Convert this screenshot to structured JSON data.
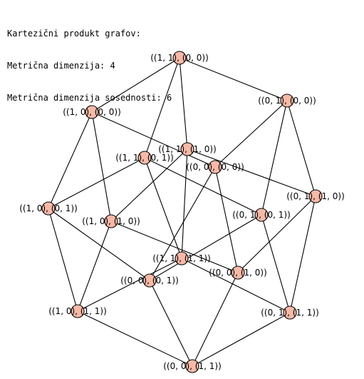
{
  "header": {
    "title": "Kartezični produkt grafov:",
    "metric_dimension": "Metrična dimenzija: 4",
    "adjacency_dimension": "Metrična dimenzija sosednosti: 6"
  },
  "graph": {
    "nodes": [
      {
        "id": "n1100",
        "label": "((1, 1), (0, 0))"
      },
      {
        "id": "n0100",
        "label": "((0, 1), (0, 0))"
      },
      {
        "id": "n1000",
        "label": "((1, 0), (0, 0))"
      },
      {
        "id": "n1110",
        "label": "((1, 1), (1, 0))"
      },
      {
        "id": "n1101",
        "label": "((1, 1), (0, 1))"
      },
      {
        "id": "n0000",
        "label": "((0, 0), (0, 0))"
      },
      {
        "id": "n0110",
        "label": "((0, 1), (1, 0))"
      },
      {
        "id": "n1001",
        "label": "((1, 0), (0, 1))"
      },
      {
        "id": "n0101",
        "label": "((0, 1), (0, 1))"
      },
      {
        "id": "n1010",
        "label": "((1, 0), (1, 0))"
      },
      {
        "id": "n1111",
        "label": "((1, 1), (1, 1))"
      },
      {
        "id": "n0010",
        "label": "((0, 0), (1, 0))"
      },
      {
        "id": "n0001",
        "label": "((0, 0), (0, 1))"
      },
      {
        "id": "n1011",
        "label": "((1, 0), (1, 1))"
      },
      {
        "id": "n0111",
        "label": "((0, 1), (1, 1))"
      },
      {
        "id": "n0011",
        "label": "((0, 0), (1, 1))"
      }
    ],
    "edges": [
      [
        "n1100",
        "n0100"
      ],
      [
        "n1100",
        "n1000"
      ],
      [
        "n1100",
        "n1110"
      ],
      [
        "n1100",
        "n1101"
      ],
      [
        "n0100",
        "n0000"
      ],
      [
        "n0100",
        "n0110"
      ],
      [
        "n0100",
        "n0101"
      ],
      [
        "n1000",
        "n0000"
      ],
      [
        "n1000",
        "n1010"
      ],
      [
        "n1000",
        "n1001"
      ],
      [
        "n0000",
        "n0010"
      ],
      [
        "n0000",
        "n0001"
      ],
      [
        "n1110",
        "n0110"
      ],
      [
        "n1110",
        "n1010"
      ],
      [
        "n1110",
        "n1111"
      ],
      [
        "n0110",
        "n0010"
      ],
      [
        "n0110",
        "n0111"
      ],
      [
        "n1010",
        "n0010"
      ],
      [
        "n1010",
        "n1011"
      ],
      [
        "n0010",
        "n0011"
      ],
      [
        "n1101",
        "n0101"
      ],
      [
        "n1101",
        "n1001"
      ],
      [
        "n1101",
        "n1111"
      ],
      [
        "n0101",
        "n0001"
      ],
      [
        "n0101",
        "n0111"
      ],
      [
        "n1001",
        "n0001"
      ],
      [
        "n1001",
        "n1011"
      ],
      [
        "n0001",
        "n0011"
      ],
      [
        "n1111",
        "n0111"
      ],
      [
        "n1111",
        "n1011"
      ],
      [
        "n0111",
        "n0011"
      ],
      [
        "n1011",
        "n0011"
      ]
    ]
  }
}
